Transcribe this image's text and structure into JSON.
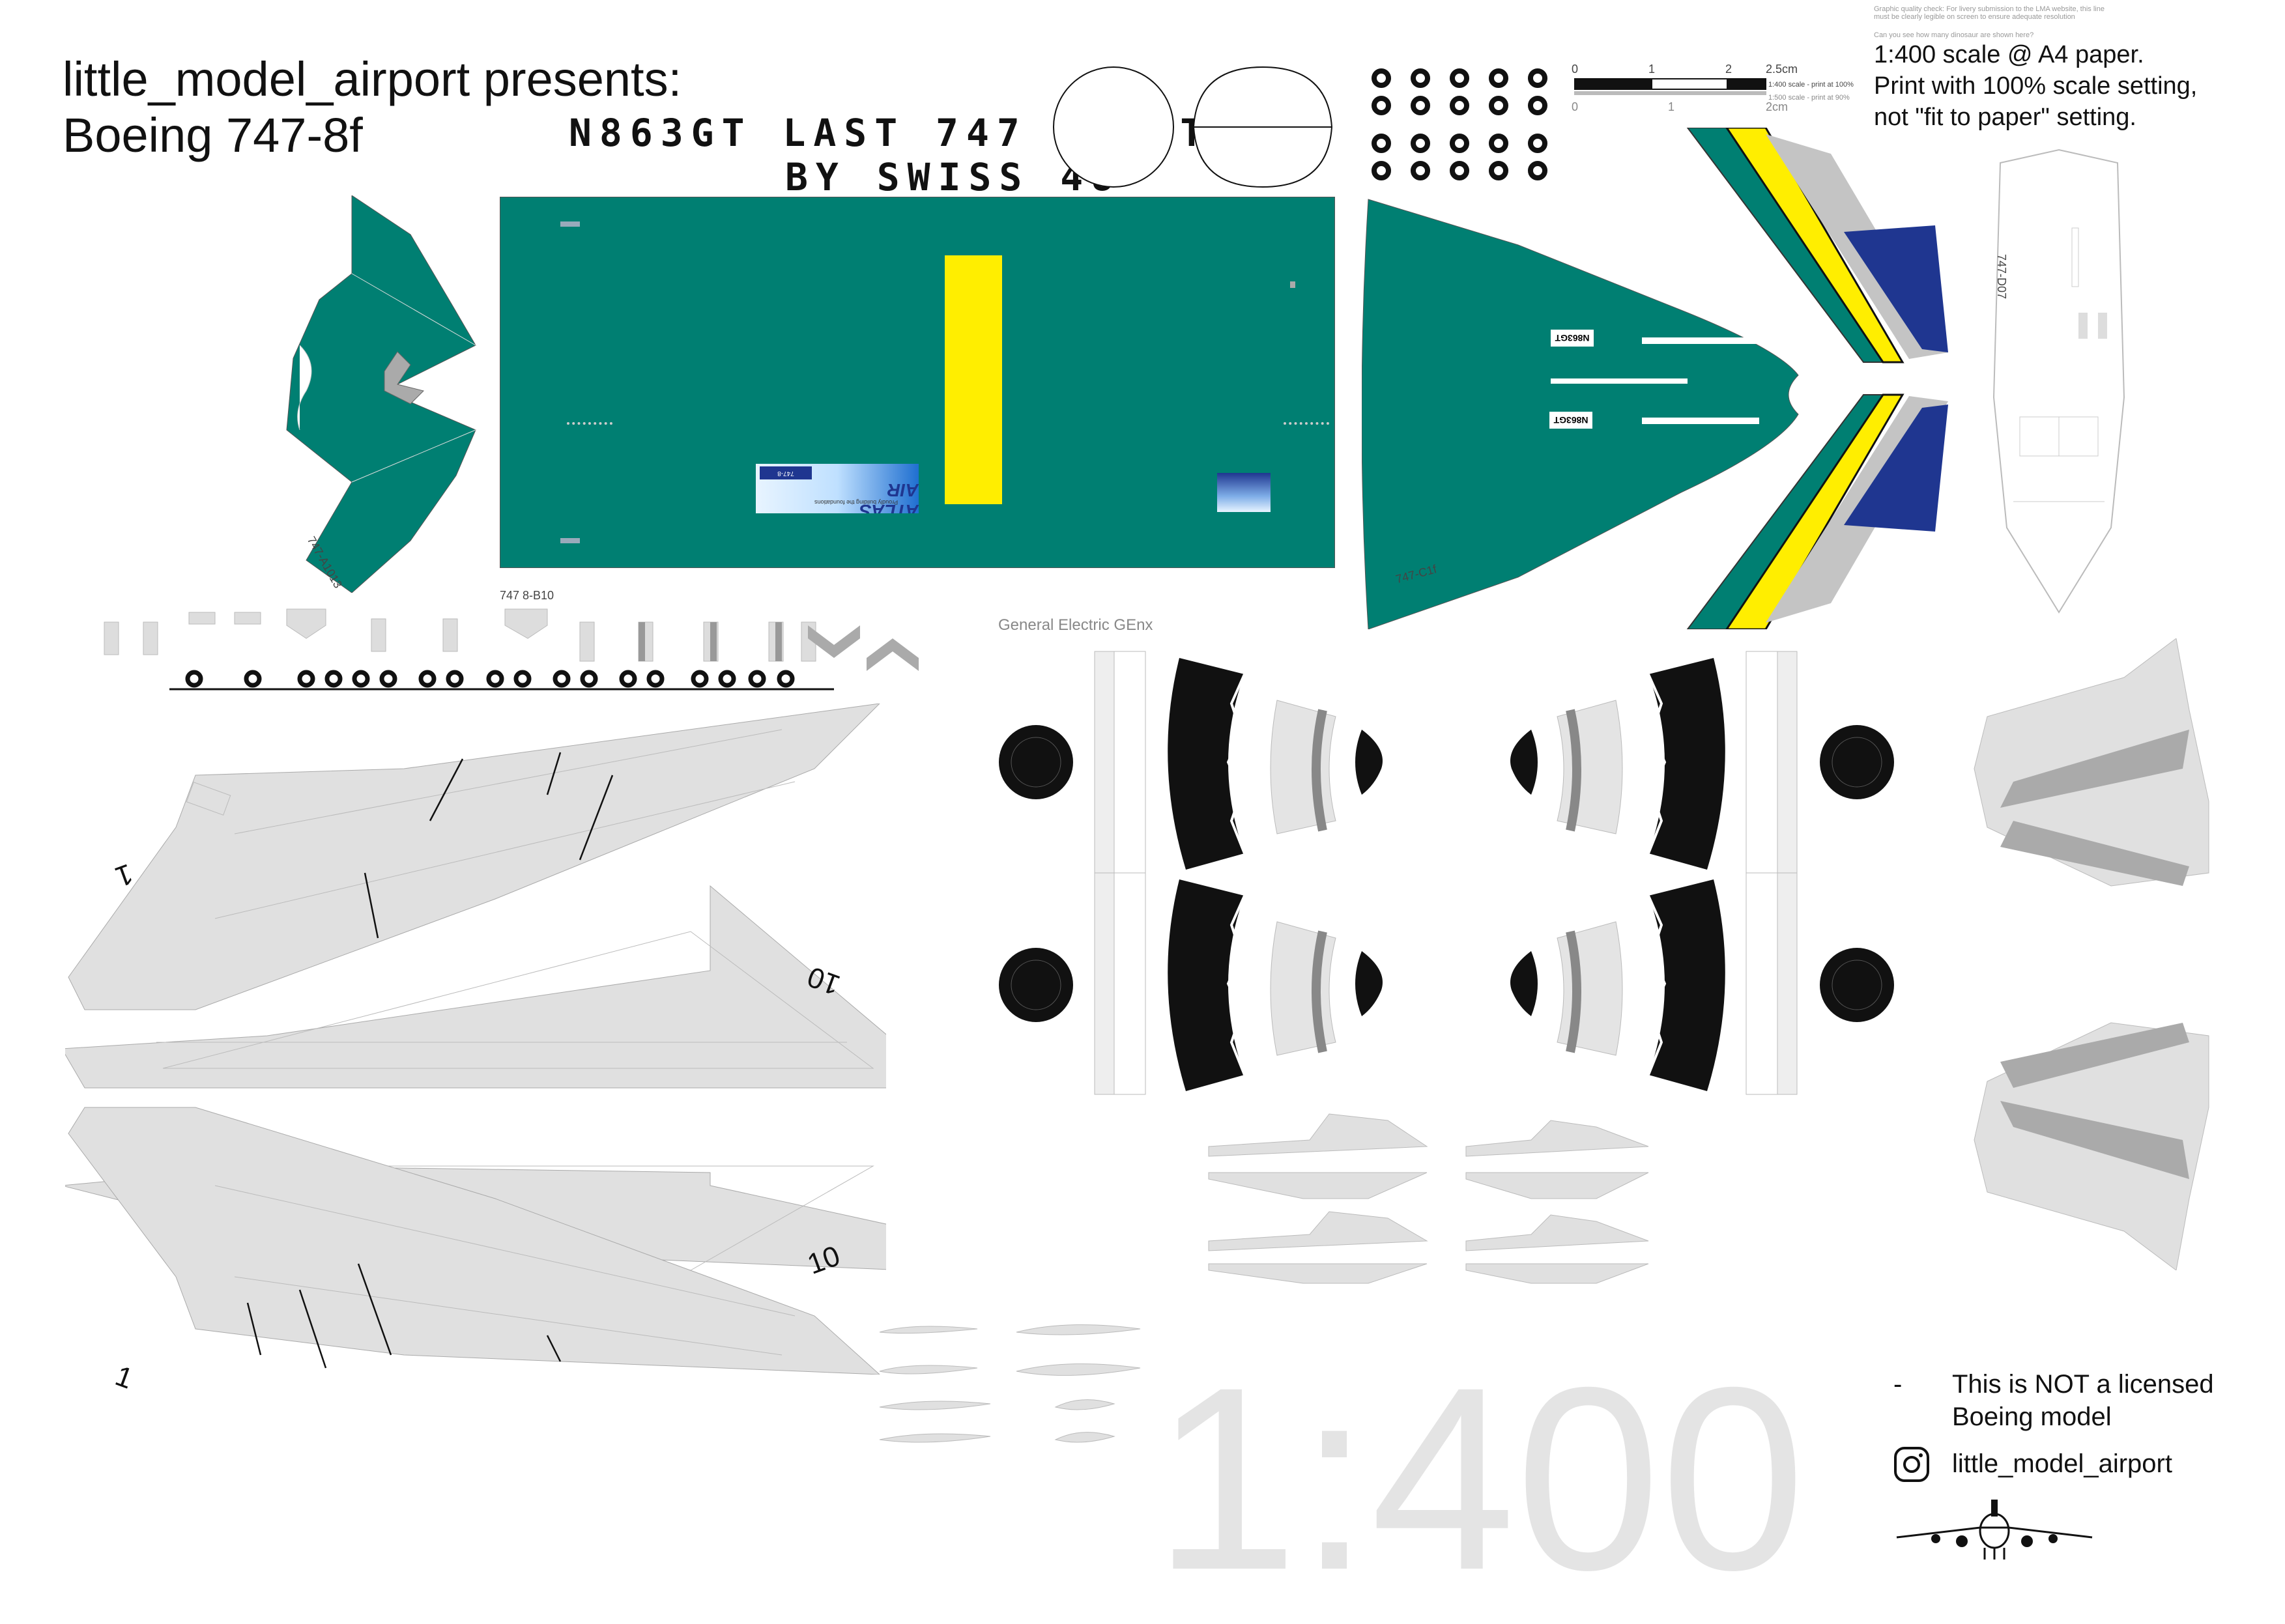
{
  "header": {
    "title_line1": "little_model_airport presents:",
    "title_line2": "Boeing 747-8f"
  },
  "registration_banner": {
    "line1": "N863GT LAST 747 BUILT",
    "line2": "BY SWISS 48"
  },
  "print_instructions": {
    "quality_note": "Graphic quality check: For livery submission to the LMA website, this line must be clearly legible on screen to ensure adequate resolution",
    "tiny_note_2": "Can you see how many dinosaur are shown here?",
    "line1": "1:400 scale @ A4 paper.",
    "line2": "Print with 100% scale setting,",
    "line3": "not \"fit to paper\" setting."
  },
  "scale_bar": {
    "top_ticks": [
      "0",
      "1",
      "2",
      "2.5cm"
    ],
    "label_100": "1:400 scale - print at 100%",
    "label_90": "1:500 scale - print at 90%",
    "bottom_ticks": [
      "0",
      "1",
      "2cm"
    ]
  },
  "part_labels": {
    "tail": "747-A1013",
    "fuselage": "747 8-B10",
    "nose": "747-C1f",
    "belly": "747-D07",
    "engine": "General Electric GEnx"
  },
  "nose_registrations": [
    "N863GT",
    "N863GT"
  ],
  "logo": {
    "brand": "ATLAS AIR",
    "tagline": "Proudly building the foundations",
    "sub": "747-8"
  },
  "wing_numbers": [
    "1",
    "10",
    "10",
    "1"
  ],
  "big_scale": "1:400",
  "notes": {
    "bullet": "-",
    "disclaimer_line1": "This is NOT a licensed",
    "disclaimer_line2": "Boeing model",
    "instagram_handle": "little_model_airport"
  },
  "icons": {
    "instagram": "instagram-icon",
    "airplane": "airplane-front-icon"
  },
  "colors": {
    "livery_green": "#007f72",
    "stripe_yellow": "#ffee00",
    "navy": "#1f3690",
    "light_gray": "#e0e0e0",
    "mid_gray": "#c4c4c4",
    "dark_gray": "#8a8a8a",
    "big_text_gray": "#e4e4e4",
    "ink": "#111111"
  }
}
